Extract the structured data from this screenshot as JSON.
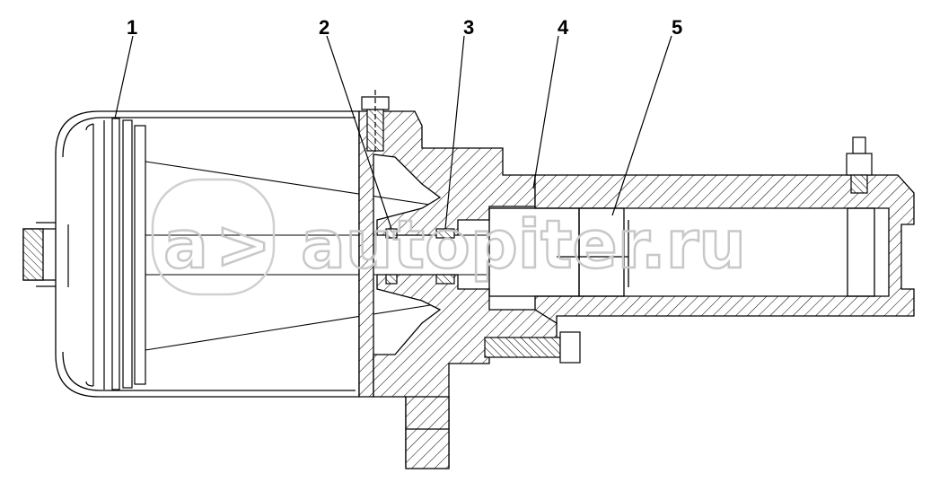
{
  "callouts": [
    {
      "id": "1",
      "label": "1"
    },
    {
      "id": "2",
      "label": "2"
    },
    {
      "id": "3",
      "label": "3"
    },
    {
      "id": "4",
      "label": "4"
    },
    {
      "id": "5",
      "label": "5"
    }
  ],
  "watermark": {
    "text": "autopiter.ru"
  }
}
